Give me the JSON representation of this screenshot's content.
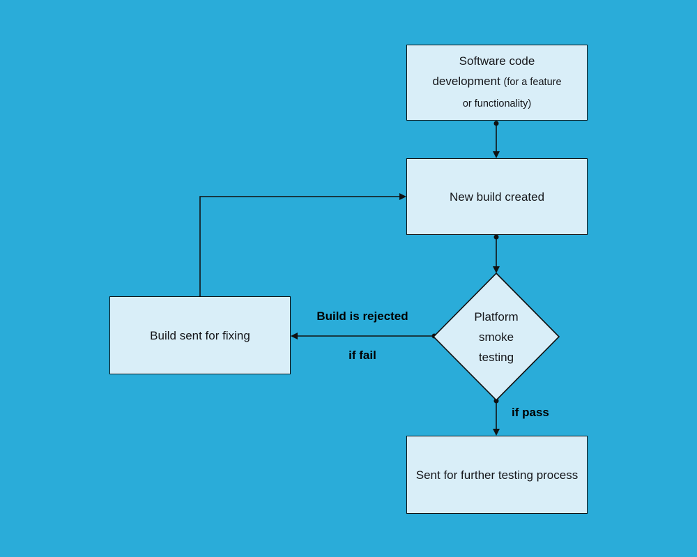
{
  "colors": {
    "background": "#2aacd9",
    "node_fill": "#d9eef8",
    "stroke": "#111111",
    "text": "#15161a"
  },
  "nodes": {
    "software_dev": {
      "main": "Software code development ",
      "note": "(for a feature or functionality)"
    },
    "new_build": {
      "label": "New build created"
    },
    "smoke_testing": {
      "label": "Platform smoke testing"
    },
    "build_fixing": {
      "label": "Build sent for fixing"
    },
    "further_testing": {
      "label": "Sent for further testing process"
    }
  },
  "edge_labels": {
    "rejected": "Build is rejected",
    "if_fail": "if fail",
    "if_pass": "if pass"
  }
}
